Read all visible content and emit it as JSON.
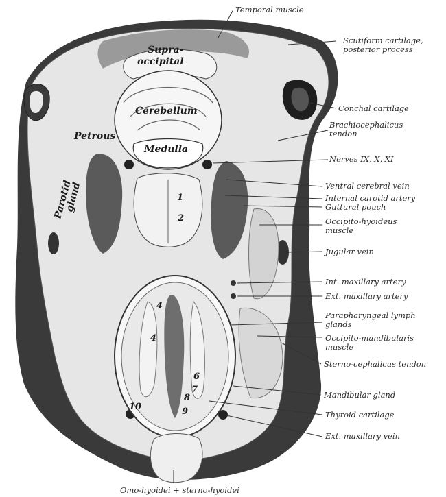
{
  "figure": {
    "right_labels": [
      "Temporal muscle",
      "Scutiform cartilage,",
      "posterior process",
      "Conchal cartilage",
      "Brachiocephalicus",
      "tendon",
      "Nerves IX, X, XI",
      "Ventral cerebral vein",
      "Internal carotid artery",
      "Guttural pouch",
      "Occipito-hyoideus",
      "muscle",
      "Jugular vein",
      "Int. maxillary artery",
      "Ext. maxillary artery",
      "Parapharyngeal lymph",
      "glands",
      "Occipito-mandibularis",
      "muscle",
      "Sterno-cephalicus tendon",
      "Mandibular gland",
      "Thyroid cartilage",
      "Ext. maxillary vein"
    ],
    "bottom_label": "Omo-hyoidei + sterno-hyoidei",
    "inner_labels": {
      "supra_line1": "Supra-",
      "supra_line2": "occipital",
      "cerebellum": "Cerebellum",
      "petrous": "Petrous",
      "medulla": "Medulla",
      "parotid_line1": "Parotid",
      "parotid_line2": "gland"
    },
    "numbers": [
      "1",
      "2",
      "4",
      "4",
      "6",
      "7",
      "8",
      "9",
      "10"
    ]
  }
}
